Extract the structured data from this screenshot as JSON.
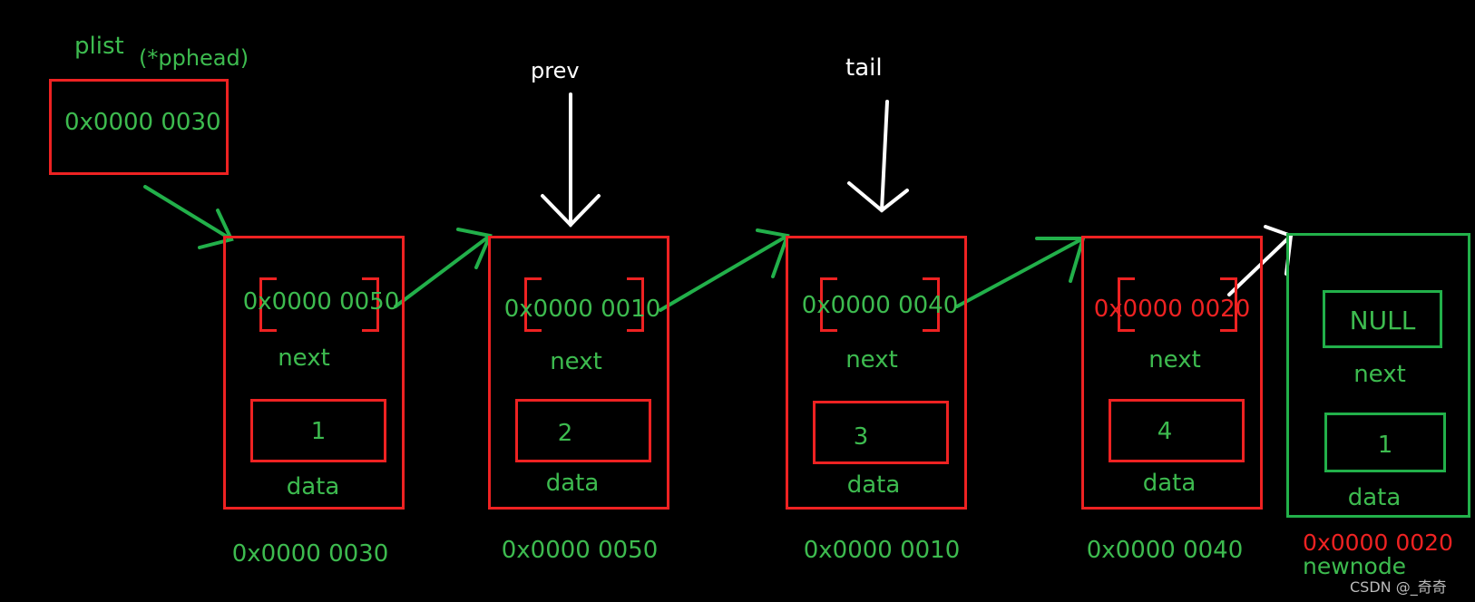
{
  "labels": {
    "plist": "plist",
    "pphead": "(*pphead)",
    "prev": "prev",
    "tail": "tail",
    "newnode": "newnode",
    "watermark": "CSDN @_奇奇"
  },
  "head_pointer": {
    "value": "0x0000 0030"
  },
  "nodes": [
    {
      "next_value": "0x0000 0050",
      "next_label": "next",
      "data_value": "1",
      "data_label": "data",
      "address": "0x0000 0030"
    },
    {
      "next_value": "0x0000 0010",
      "next_label": "next",
      "data_value": "2",
      "data_label": "data",
      "address": "0x0000 0050"
    },
    {
      "next_value": "0x0000 0040",
      "next_label": "next",
      "data_value": "3",
      "data_label": "data",
      "address": "0x0000 0010"
    },
    {
      "next_value": "0x0000 0020",
      "next_label": "next",
      "data_value": "4",
      "data_label": "data",
      "address": "0x0000 0040"
    }
  ],
  "new_node": {
    "next_value": "NULL",
    "next_label": "next",
    "data_value": "1",
    "data_label": "data",
    "address": "0x0000 0020"
  },
  "colors": {
    "background": "#000000",
    "node_border": "#ee2222",
    "new_node_border": "#22b04a",
    "text_green": "#3dbb4f",
    "text_red": "#ee2222",
    "arrow_green": "#22b04a",
    "arrow_white": "#ffffff"
  }
}
